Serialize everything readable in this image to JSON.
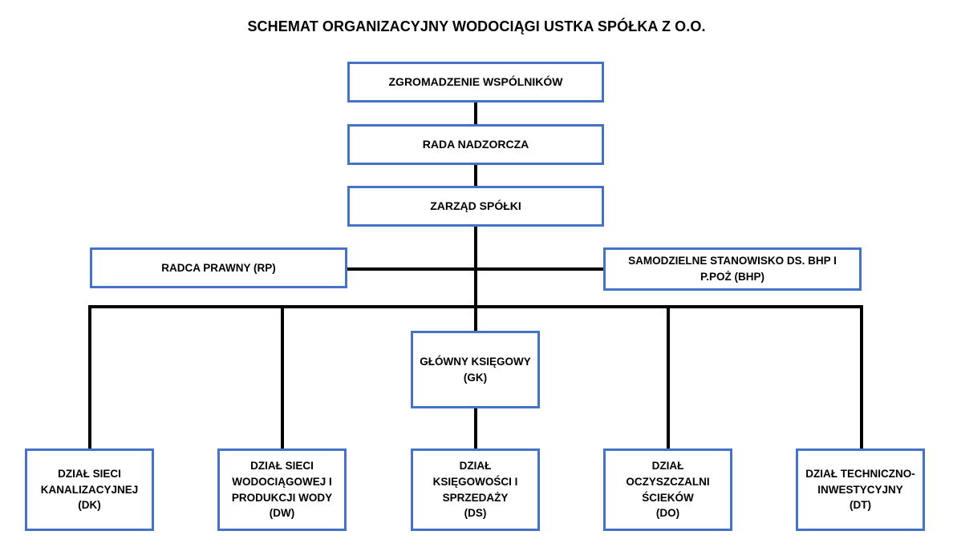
{
  "chart_data": {
    "type": "diagram",
    "title": "SCHEMAT ORGANIZACYJNY WODOCIĄGI USTKA SPÓŁKA Z O.O.",
    "diagram_kind": "organizational-chart",
    "accent_color": "#4472c4",
    "line_color": "#000000",
    "background_color": "#ffffff",
    "nodes": [
      {
        "id": "zw",
        "label": "ZGROMADZENIE WSPÓLNIKÓW",
        "level": 1
      },
      {
        "id": "rn",
        "label": "RADA NADZORCZA",
        "level": 2
      },
      {
        "id": "zs",
        "label": "ZARZĄD SPÓŁKI",
        "level": 3
      },
      {
        "id": "rp",
        "label": "RADCA PRAWNY  (RP)",
        "level": 4
      },
      {
        "id": "bhp",
        "label": "SAMODZIELNE STANOWISKO DS. BHP I\nP.POŻ   (BHP)",
        "level": 4
      },
      {
        "id": "gk",
        "label": "GŁÓWNY KSIĘGOWY\n(GK)",
        "level": 5
      },
      {
        "id": "dk",
        "label": "DZIAŁ SIECI\nKANALIZACYJNEJ\n(DK)",
        "level": 6
      },
      {
        "id": "dw",
        "label": "DZIAŁ SIECI\nWODOCIĄGOWEJ I\nPRODUKCJI WODY\n(DW)",
        "level": 6
      },
      {
        "id": "ds",
        "label": "DZIAŁ\nKSIĘGOWOŚCI I\nSPRZEDAŻY\n(DS)",
        "level": 6
      },
      {
        "id": "do",
        "label": "DZIAŁ\nOCZYSZCZALNI\nŚCIEKÓW\n(DO)",
        "level": 6
      },
      {
        "id": "dt",
        "label": "DZIAŁ TECHNICZNO-\nINWESTYCYJNY\n(DT)",
        "level": 6
      }
    ],
    "edges": [
      {
        "from": "zw",
        "to": "rn"
      },
      {
        "from": "rn",
        "to": "zs"
      },
      {
        "from": "zs",
        "to": "rp"
      },
      {
        "from": "zs",
        "to": "bhp"
      },
      {
        "from": "zs",
        "to": "gk"
      },
      {
        "from": "zs",
        "to": "dk"
      },
      {
        "from": "zs",
        "to": "dw"
      },
      {
        "from": "zs",
        "to": "ds"
      },
      {
        "from": "zs",
        "to": "do"
      },
      {
        "from": "zs",
        "to": "dt"
      },
      {
        "from": "gk",
        "to": "ds"
      }
    ]
  }
}
